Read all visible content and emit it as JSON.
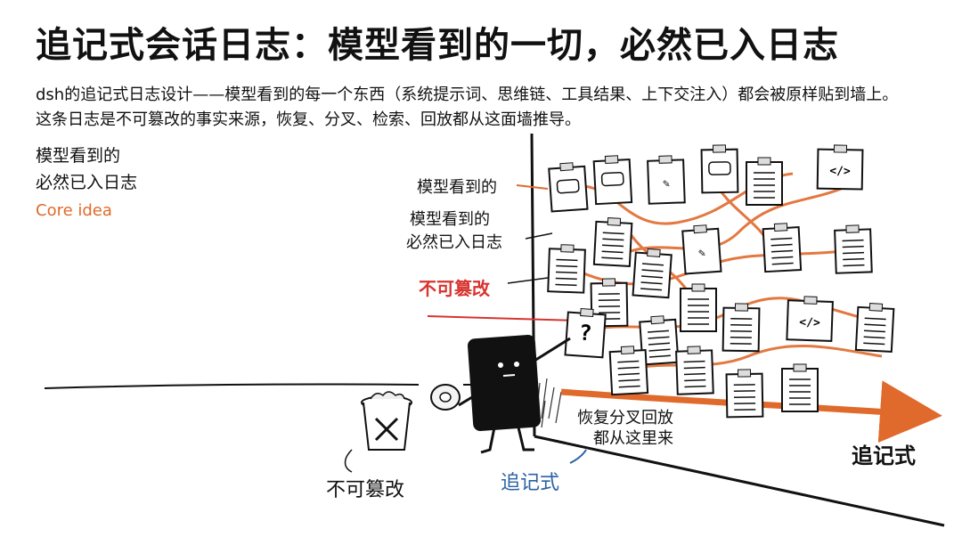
{
  "title": "追记式会话日志：模型看到的一切，必然已入日志",
  "subtitle_line1": "dsh的追记式日志设计——模型看到的每一个东西（系统提示词、思维链、工具结果、上下交注入）都会被原样贴到墙上。",
  "subtitle_line2": "这条日志是不可篡改的事实来源，恢复、分叉、检索、回放都从这面墙推导。",
  "side": {
    "line1": "模型看到的",
    "line2": "必然已入日志",
    "core_label": "Core idea"
  },
  "labels": {
    "model_sees": "模型看到的",
    "model_sees_2a": "模型看到的",
    "model_sees_2b": "必然已入日志",
    "immutable_red": "不可篡改",
    "restore_1": "恢复分叉回放",
    "restore_2": "都从这里来",
    "append_arrow": "追记式",
    "trash_label": "不可篡改",
    "robot_label": "追记式"
  },
  "colors": {
    "accent": "#e06a2c",
    "red": "#d8342f",
    "blue": "#2b63a5",
    "ink": "#111111"
  },
  "icons": [
    "chat-bubble-icon",
    "document-icon",
    "code-icon",
    "pen-icon",
    "question-icon",
    "trash-icon",
    "tape-roll-icon",
    "robot-icon"
  ]
}
